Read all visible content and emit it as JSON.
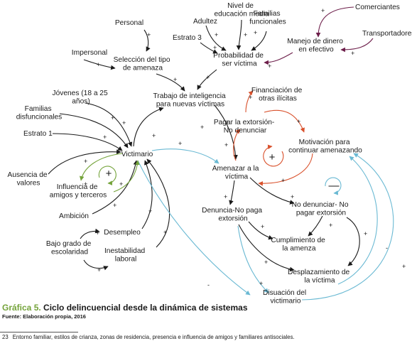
{
  "colors": {
    "black": "#1a1a1a",
    "orange": "#d9512c",
    "purple": "#6d1e4a",
    "cyan": "#6ab9d3",
    "green": "#74a33a"
  },
  "nodes": {
    "comerciantes": "Comerciantes",
    "transportadores": "Transportadores",
    "manejo_dinero": [
      "Manejo de dinero",
      "en efectivo"
    ],
    "nivel_educacion": [
      "Nivel de",
      "educación media"
    ],
    "adultez": "Adultez",
    "familias_funcionales": [
      "Familias",
      "funcionales"
    ],
    "estrato3": "Estrato 3",
    "probabilidad": [
      "Probabilidad de",
      "ser víctima"
    ],
    "personal": "Personal",
    "impersonal": "Impersonal",
    "seleccion": [
      "Selección del tipo",
      "de amenaza"
    ],
    "trabajo": [
      "Trabajo de inteligencia",
      "para nuevas víctimas"
    ],
    "financiacion": [
      "Financiación de",
      "otras ilícitas"
    ],
    "pagar": [
      "Pagar la extorsión-",
      "No denunciar"
    ],
    "motivacion": [
      "Motivación para",
      "continuar amenazando"
    ],
    "jovenes": [
      "Jóvenes (18 a 25",
      "años)"
    ],
    "fam_disfuncionales": [
      "Familias",
      "disfuncionales"
    ],
    "estrato1": "Estrato 1",
    "victimario": "Victimario",
    "amenazar": [
      "Amenazar a la",
      "víctima"
    ],
    "ausencia": [
      "Ausencia de",
      "valores"
    ],
    "influencia": [
      "Influencia de",
      "amigos y terceros"
    ],
    "ambicion": "Ambición",
    "no_denunciar": [
      "No denunciar- No",
      "pagar extorsión"
    ],
    "denuncia": [
      "Denuncia-No paga",
      "extorsión"
    ],
    "cumplimiento": [
      "Cumplimiento de",
      "la amenza"
    ],
    "desempleo": "Desempleo",
    "bajo_grado": [
      "Bajo grado de",
      "escolaridad"
    ],
    "inestabilidad": [
      "Inestabilidad",
      "laboral"
    ],
    "desplazamiento": [
      "Desplazamiento de",
      "la víctima"
    ],
    "disuacion": [
      "Disuación del",
      "victimario"
    ]
  },
  "polarity": {
    "plus": "+",
    "minus": "-"
  },
  "loops": {
    "reinforcing": "+",
    "balancing": "—"
  },
  "caption": {
    "label": "Gráfica 5.",
    "title": "Ciclo delincuencial desde la dinámica de sistemas",
    "source": "Fuente: Elaboración propia, 2016"
  },
  "footnote": {
    "number": "23",
    "text": "Entorno familiar, estilos de crianza, zonas de residencia, presencia e influencia de amigos y familiares antisociales."
  }
}
